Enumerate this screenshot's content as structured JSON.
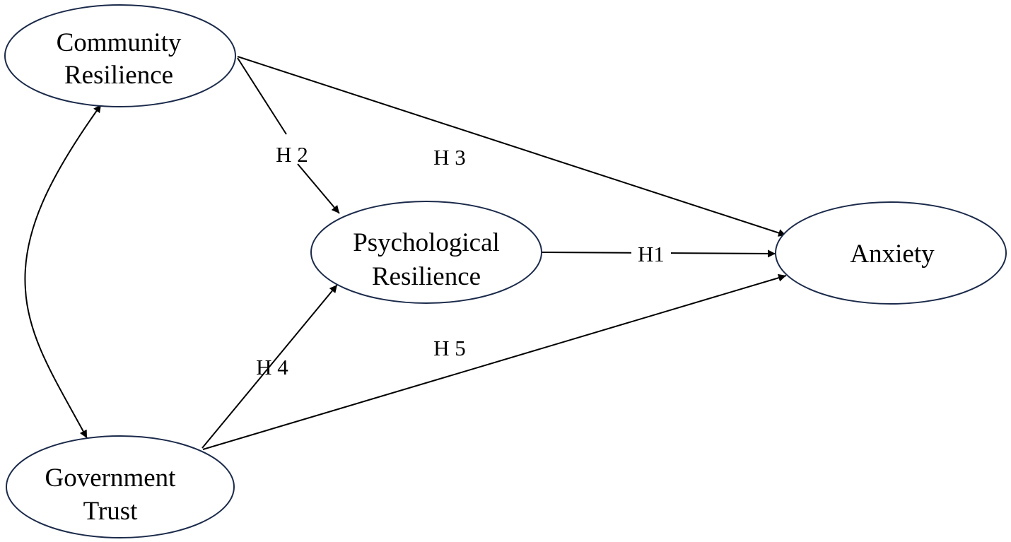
{
  "colors": {
    "node_stroke": "#1b2a4a",
    "edge": "#000000",
    "background": "#ffffff"
  },
  "nodes": {
    "community_resilience": {
      "line1": "Community",
      "line2": "Resilience"
    },
    "government_trust": {
      "line1": "Government",
      "line2": "Trust"
    },
    "psychological_resilience": {
      "line1": "Psychological",
      "line2": "Resilience"
    },
    "anxiety": {
      "line1": "Anxiety"
    }
  },
  "edges": {
    "h1": {
      "label": "H1",
      "from": "psychological_resilience",
      "to": "anxiety"
    },
    "h2": {
      "label": "H 2",
      "from": "community_resilience",
      "to": "psychological_resilience"
    },
    "h3": {
      "label": "H 3",
      "from": "community_resilience",
      "to": "anxiety"
    },
    "h4": {
      "label": "H 4",
      "from": "government_trust",
      "to": "psychological_resilience"
    },
    "h5": {
      "label": "H 5",
      "from": "government_trust",
      "to": "anxiety"
    },
    "correlation": {
      "from": "community_resilience",
      "to": "government_trust",
      "bidirectional": true
    }
  }
}
